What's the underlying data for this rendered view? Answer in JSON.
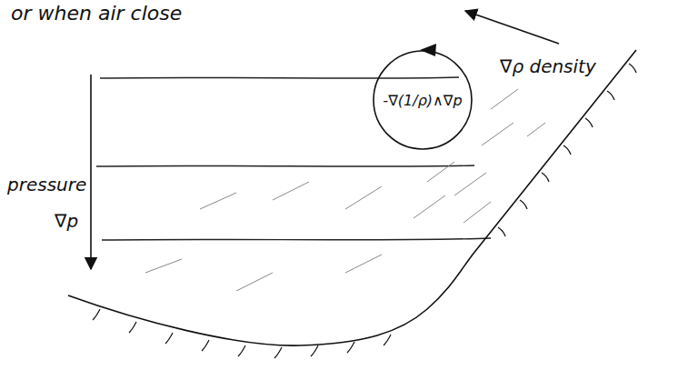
{
  "diagram": {
    "nodes": [
      {
        "text": [
          "-∇(1/ρ)∧∇p"
        ]
      }
    ],
    "labels": [
      "or when air close",
      "pressure",
      "∇p",
      "∇ρ density"
    ]
  }
}
